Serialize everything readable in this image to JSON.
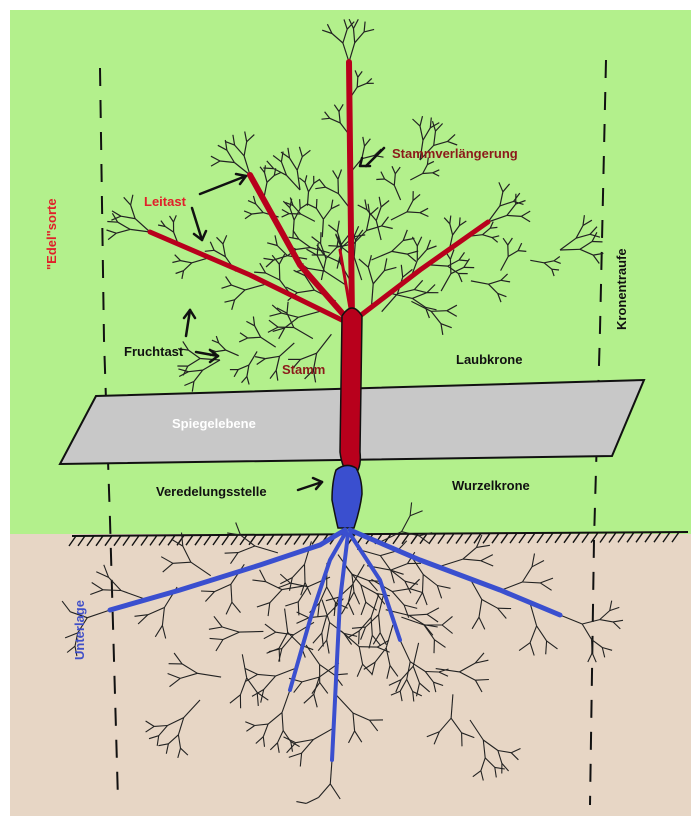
{
  "labels": {
    "stammverlaengerung": "Stammverlängerung",
    "leitast": "Leitast",
    "edelsorte": "\"Edel\"sorte",
    "kronentraufe": "Kronentraufe",
    "fruchtast": "Fruchtast",
    "stamm": "Stamm",
    "laubkrone": "Laubkrone",
    "spiegelebene": "Spiegelebene",
    "veredelungsstelle": "Veredelungsstelle",
    "wurzelkrone": "Wurzelkrone",
    "unterlage": "Unterlage"
  },
  "colors": {
    "sky": "#b3f08c",
    "soil": "#e7d6c5",
    "plane": "#c8c8c8",
    "scion_red": "#b8001c",
    "scion_label": "#8b1a1a",
    "leitast_label": "#e0202a",
    "rootstock_blue": "#3a4fcf",
    "unterlage_label": "#4150c8"
  }
}
